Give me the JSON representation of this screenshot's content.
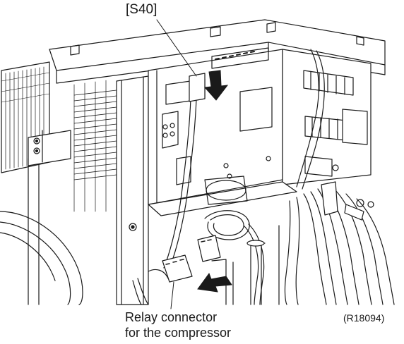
{
  "callouts": {
    "top": "[S40]",
    "bottom_line1": "Relay connector",
    "bottom_line2": "for the compressor"
  },
  "reference_code": "(R18094)",
  "colors": {
    "line": "#1a1a1a",
    "fill": "#ffffff",
    "arrow": "#1a1a1a"
  },
  "icons": [
    "down-arrow-icon",
    "diagonal-arrow-icon"
  ]
}
